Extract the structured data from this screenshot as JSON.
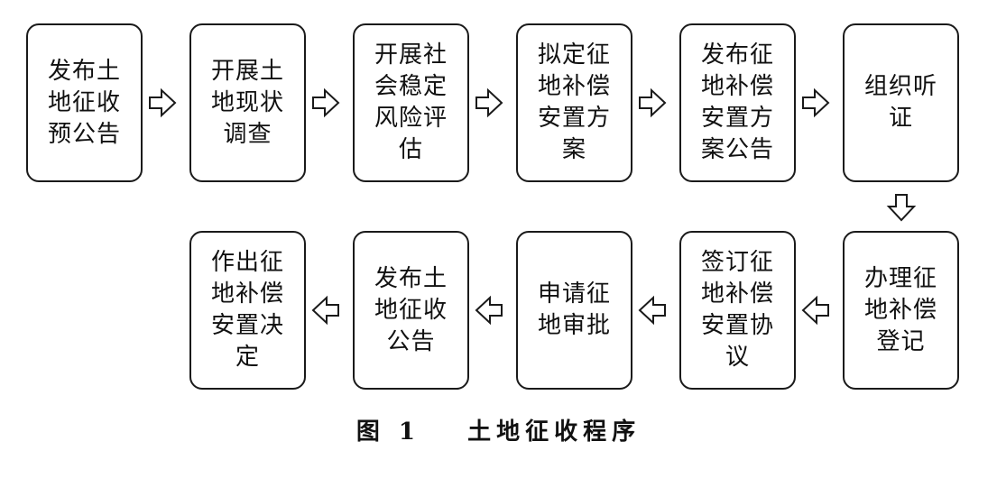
{
  "steps": [
    {
      "label": "发布土\n地征收\n预公告"
    },
    {
      "label": "开展土\n地现状\n调查"
    },
    {
      "label": "开展社\n会稳定\n风险评\n估"
    },
    {
      "label": "拟定征\n地补偿\n安置方\n案"
    },
    {
      "label": "发布征\n地补偿\n安置方\n案公告"
    },
    {
      "label": "组织听\n证"
    },
    {
      "label": "办理征\n地补偿\n登记"
    },
    {
      "label": "签订征\n地补偿\n安置协\n议"
    },
    {
      "label": "申请征\n地审批"
    },
    {
      "label": "发布土\n地征收\n公告"
    },
    {
      "label": "作出征\n地补偿\n安置决\n定"
    }
  ],
  "caption": {
    "figure": "图 1",
    "title": "土地征收程序"
  }
}
